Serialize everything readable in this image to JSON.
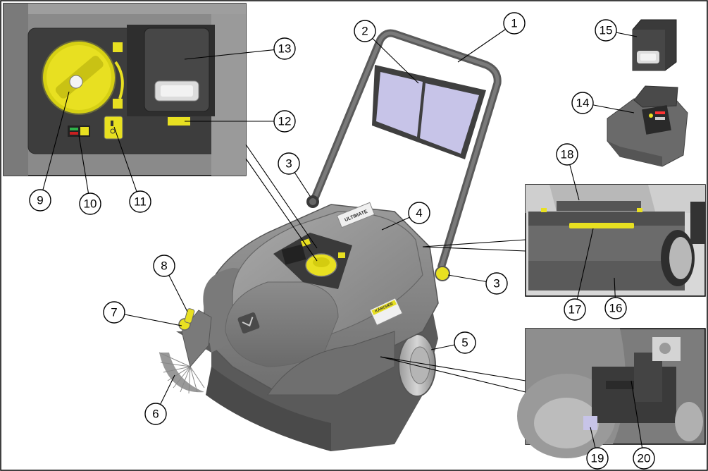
{
  "diagram": {
    "callouts": [
      {
        "id": 1,
        "label": "1"
      },
      {
        "id": 2,
        "label": "2"
      },
      {
        "id": 3,
        "label": "3"
      },
      {
        "id": 4,
        "label": "3"
      },
      {
        "id": 5,
        "label": "4"
      },
      {
        "id": 6,
        "label": "5"
      },
      {
        "id": 7,
        "label": "6"
      },
      {
        "id": 8,
        "label": "7"
      },
      {
        "id": 9,
        "label": "8"
      },
      {
        "id": 10,
        "label": "9"
      },
      {
        "id": 11,
        "label": "10"
      },
      {
        "id": 12,
        "label": "11"
      },
      {
        "id": 13,
        "label": "12"
      },
      {
        "id": 14,
        "label": "13"
      },
      {
        "id": 15,
        "label": "14"
      },
      {
        "id": 16,
        "label": "15"
      },
      {
        "id": 17,
        "label": "16"
      },
      {
        "id": 18,
        "label": "17"
      },
      {
        "id": 19,
        "label": "18"
      },
      {
        "id": 20,
        "label": "19"
      },
      {
        "id": 21,
        "label": "20"
      }
    ],
    "decal_text": {
      "brand": "KÄRCHER",
      "model": "ULTIMATE"
    },
    "colors": {
      "accent_yellow": "#e8e021",
      "body_gray": "#8a8a8a",
      "dark_gray": "#4a4a4a",
      "panel_dark": "#3a3a3a",
      "window_blue": "#c7c4e8"
    }
  }
}
